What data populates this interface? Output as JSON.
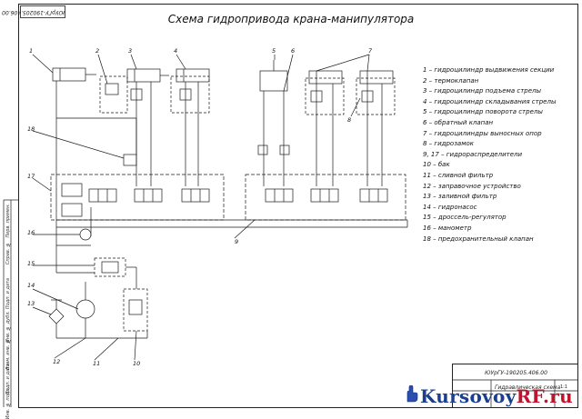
{
  "document": {
    "title": "Схема гидропривода крана-манипулятора",
    "stamp_top": "ЮУрГУ-190205.406.00",
    "title_block": {
      "code": "ЮУрГУ-190205.406.00",
      "name": "Гидравлическая схема",
      "scale": "1:1"
    },
    "sidebar_labels": [
      "Перв. примен.",
      "Справ. №",
      "Подп. и дата",
      "Инв. № дубл.",
      "Взам. инв. №",
      "Подп. и дата",
      "Инв. № подл."
    ]
  },
  "legend": [
    "1 – гидроцилиндр выдвижения секции",
    "2 – термоклапан",
    "3 – гидроцилиндр подъема стрелы",
    "4 – гидроцилиндр складывания стрелы",
    "5 – гидроцилиндр поворота стрелы",
    "6 – обратный клапан",
    "7 – гидроцилиндры выносных опор",
    "8 – гидрозамок",
    "9, 17 – гидрораспределители",
    "10 – бак",
    "11 – сливной фильтр",
    "12 – заправочное устройство",
    "13 – заливной фильтр",
    "14 – гидронасос",
    "15 – дроссель-регулятор",
    "16 – манометр",
    "18 – предохранительный клапан"
  ],
  "callouts": [
    "1",
    "2",
    "3",
    "4",
    "5",
    "6",
    "7",
    "8",
    "18",
    "17",
    "16",
    "9",
    "15",
    "14",
    "13",
    "12",
    "11",
    "10"
  ],
  "watermark": {
    "main": "Kursovoy",
    "accent": "RF.ru",
    "main_color": "#1a3f8f",
    "accent_color": "#c0142e"
  }
}
